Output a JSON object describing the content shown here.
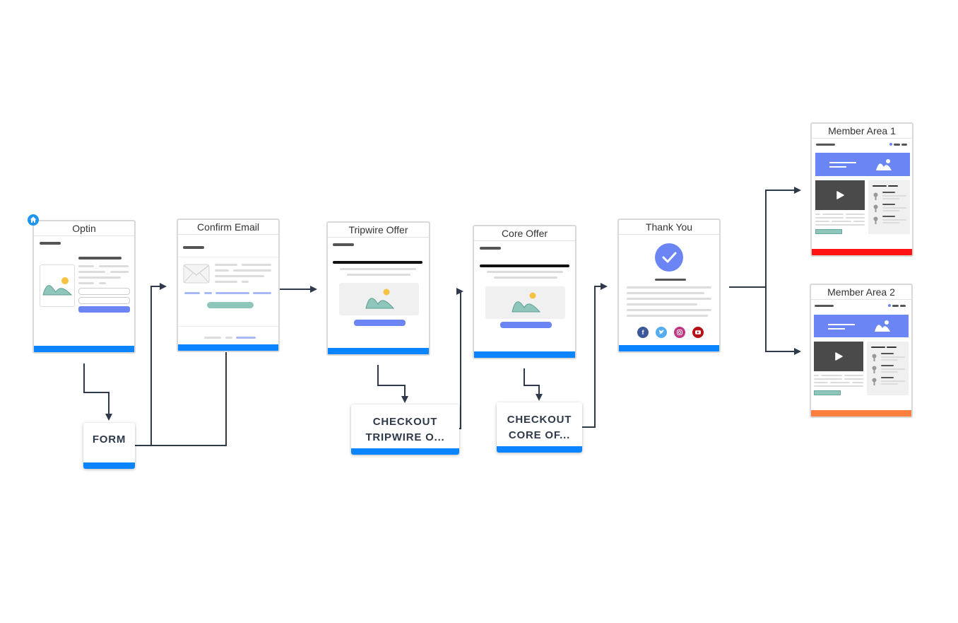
{
  "pages": {
    "optin": {
      "title": "Optin"
    },
    "confirm_email": {
      "title": "Confirm Email"
    },
    "tripwire_offer": {
      "title": "Tripwire Offer"
    },
    "core_offer": {
      "title": "Core Offer"
    },
    "thank_you": {
      "title": "Thank You"
    },
    "member_area_1": {
      "title": "Member Area 1"
    },
    "member_area_2": {
      "title": "Member Area 2"
    }
  },
  "steps": {
    "form": {
      "label": "FORM"
    },
    "checkout_tripwire": {
      "line1": "CHECKOUT",
      "line2": "TRIPWIRE O..."
    },
    "checkout_core": {
      "line1": "CHECKOUT",
      "line2": "CORE OF..."
    }
  },
  "colors": {
    "accent_blue": "#0a84ff",
    "connector": "#2e3a4a",
    "cta_button": "#6b85f5",
    "teal_button": "#8fc6bb",
    "member_area_1_bar": "#ff1212",
    "member_area_2_bar": "#ff7f3f"
  },
  "icons": {
    "home": "home-icon",
    "image": "image-placeholder-icon",
    "envelope": "envelope-icon",
    "check": "check-icon",
    "play": "play-icon",
    "social": [
      "facebook-icon",
      "twitter-icon",
      "instagram-icon",
      "youtube-icon"
    ]
  }
}
